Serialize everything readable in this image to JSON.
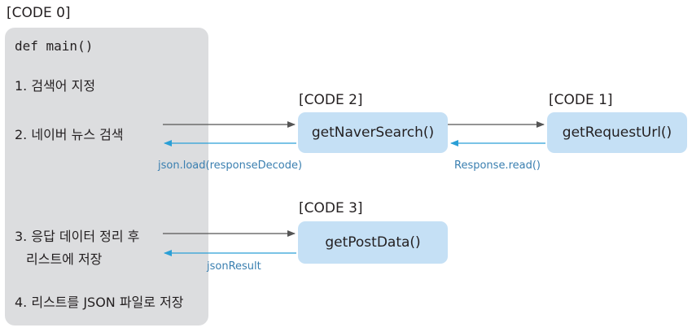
{
  "figure_label": "[CODE 0]",
  "main_panel": {
    "signature": "def main()",
    "steps": [
      "1. 검색어 지정",
      "2. 네이버 뉴스 검색",
      "3. 응답 데이터 정리 후",
      "리스트에 저장",
      "4. 리스트를 JSON 파일로 저장"
    ]
  },
  "nodes": [
    {
      "code_label": "[CODE 2]",
      "name": "getNaverSearch()"
    },
    {
      "code_label": "[CODE 1]",
      "name": "getRequestUrl()"
    },
    {
      "code_label": "[CODE 3]",
      "name": "getPostData()"
    }
  ],
  "return_labels": [
    "json.load(responseDecode)",
    "Response.read()",
    "jsonResult"
  ],
  "colors": {
    "panel": "#dcdddf",
    "node": "#c5e0f5",
    "call_arrow": "#555555",
    "return_arrow": "#2a9fd6",
    "return_text": "#3a7fb0"
  }
}
